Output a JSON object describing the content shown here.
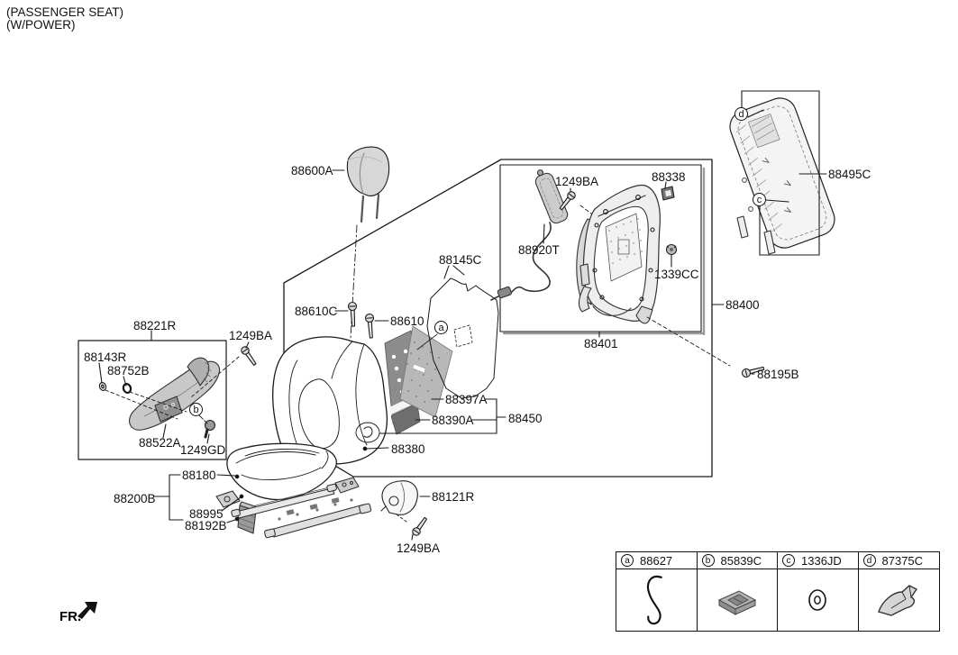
{
  "title": {
    "line1": "(PASSENGER SEAT)",
    "line2": "(W/POWER)"
  },
  "fr": {
    "label": "FR."
  },
  "labels": {
    "headrest": "88600A",
    "back_board": "88495C",
    "clip_88338": "88338",
    "bolt_frame": "1249BA",
    "airbag": "88920T",
    "nut_1339cc": "1339CC",
    "map_pocket": "88145C",
    "bolt_88610c": "88610C",
    "bolt_88610": "88610",
    "back_assy": "88400",
    "frame_assy": "88401",
    "side_cover_box": "88221R",
    "bolt_side": "1249BA",
    "washer_88143r": "88143R",
    "washer_88752b": "88752B",
    "bolt_88195b": "88195B",
    "heater_pad": "88397A",
    "lumbar_mat": "88390A",
    "pad_assy": "88450",
    "back_cover": "88380",
    "cover_88522a": "88522A",
    "knob_1249gd": "1249GD",
    "cushion_pad": "88180",
    "cushion_assy": "88200B",
    "switch_88995": "88995",
    "bezel_88192b": "88192B",
    "shield_88121r": "88121R",
    "bolt_shield": "1249BA"
  },
  "markers": {
    "a": "a",
    "b": "b",
    "c": "c",
    "d": "d"
  },
  "table": {
    "columns": [
      {
        "letter": "a",
        "part": "88627",
        "icon": "hook-icon"
      },
      {
        "letter": "b",
        "part": "85839C",
        "icon": "clip-icon"
      },
      {
        "letter": "c",
        "part": "1336JD",
        "icon": "grommet-icon"
      },
      {
        "letter": "d",
        "part": "87375C",
        "icon": "bracket-icon"
      }
    ]
  }
}
